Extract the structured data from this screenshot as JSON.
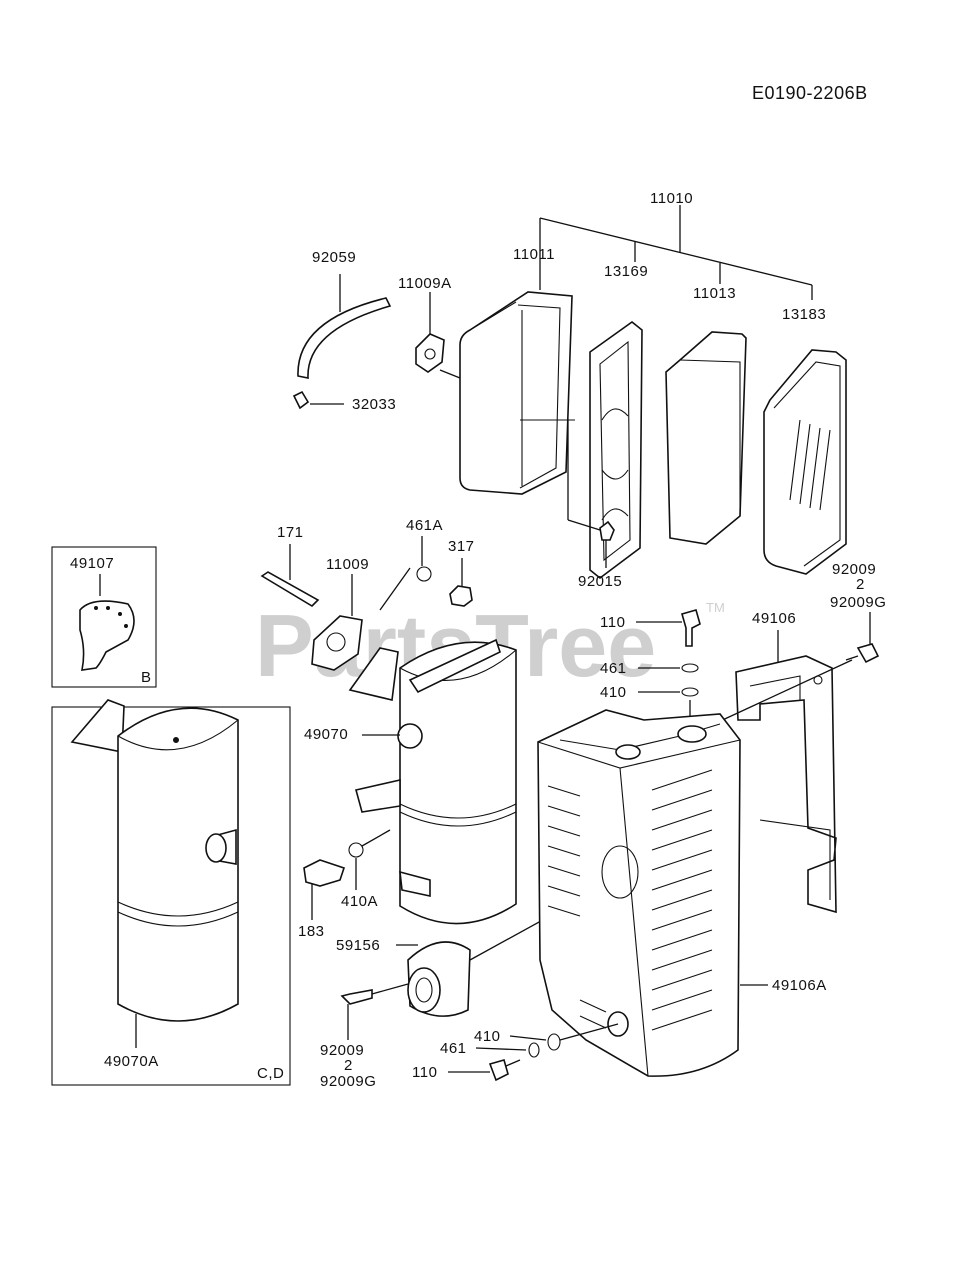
{
  "diagram_code": "E0190-2206B",
  "watermark": "PartsTree",
  "watermark_tm": "TM",
  "inset_b_tag": "B",
  "inset_cd_tag": "C,D",
  "labels": {
    "p11010": "11010",
    "p11011": "11011",
    "p13169": "13169",
    "p11013": "11013",
    "p13183": "13183",
    "p92059": "92059",
    "p11009A": "11009A",
    "p32033": "32033",
    "p92015": "92015",
    "p92009_top_a": "92009",
    "tilde_top": "2",
    "p92009G_top": "92009G",
    "p171": "171",
    "p11009": "11009",
    "p461A": "461A",
    "p317": "317",
    "p49107": "49107",
    "p110_top": "110",
    "p461_top": "461",
    "p410_top": "410",
    "p49106": "49106",
    "p49070": "49070",
    "p410A": "410A",
    "p183": "183",
    "p59156": "59156",
    "p49106A": "49106A",
    "p92009_bot": "92009",
    "tilde_bot": "2",
    "p92009G_bot": "92009G",
    "p410_bot": "410",
    "p461_bot": "461",
    "p110_bot": "110",
    "p49070A": "49070A"
  }
}
